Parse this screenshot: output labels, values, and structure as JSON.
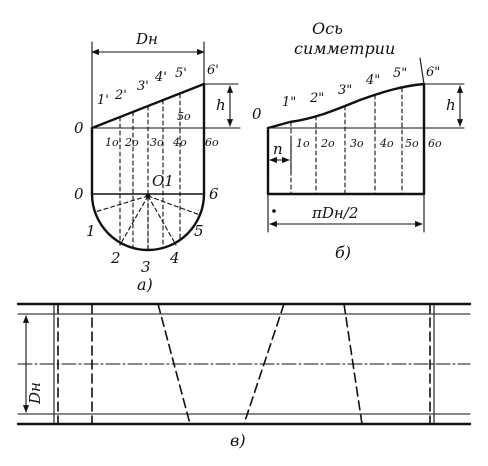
{
  "fig_a": {
    "dim_d": "Dн",
    "dim_h": "h",
    "top_labels": [
      "0",
      "1'",
      "2'",
      "3'",
      "4'",
      "5'",
      "6'"
    ],
    "sub_labels": [
      "1o",
      "2o",
      "3o",
      "4o",
      "5o",
      "6o"
    ],
    "label_5o_upper": "5o",
    "mid_left": "0",
    "mid_right": "6",
    "center_label": "O1",
    "arc_labels": [
      "1",
      "2",
      "3",
      "4",
      "5"
    ],
    "caption": "a)"
  },
  "fig_b": {
    "title_line1": "Ось",
    "title_line2": "симметрии",
    "top_labels": [
      "0",
      "1\"",
      "2\"",
      "3\"",
      "4\"",
      "5\"",
      "6\""
    ],
    "sub_labels": [
      "1o",
      "2o",
      "3o",
      "4o",
      "5o",
      "6o"
    ],
    "dim_n": "n",
    "dim_h": "h",
    "dim_length": "πDн/2",
    "caption": "б)"
  },
  "fig_c": {
    "dim_d": "Dн",
    "caption": "в)"
  }
}
